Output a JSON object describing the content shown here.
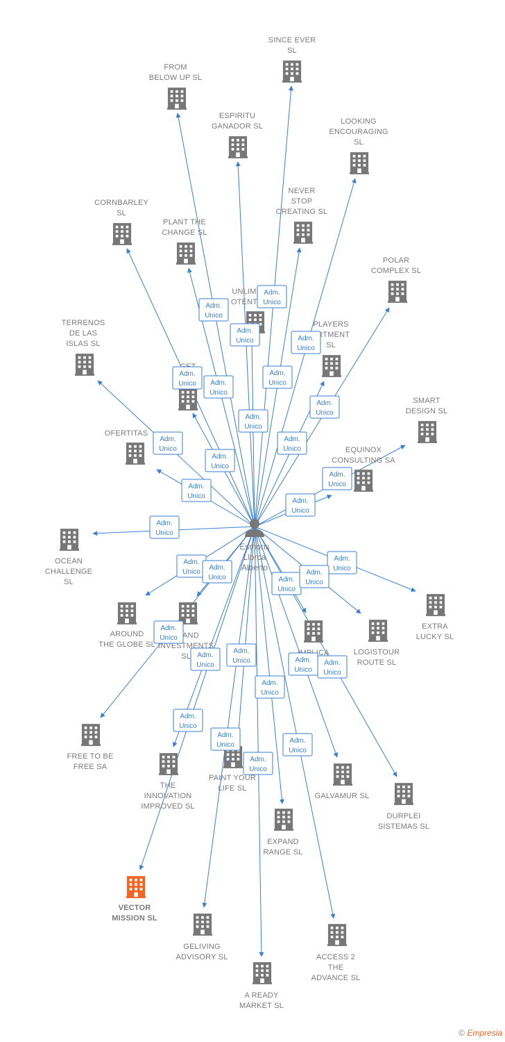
{
  "center": {
    "name_lines": [
      "Esmoris",
      "Llorca",
      "Alberto"
    ]
  },
  "edge_label_lines": [
    "Adm.",
    "Unico"
  ],
  "colors": {
    "edge": "#3a7fd5",
    "building": "#777777",
    "highlight": "#f26522"
  },
  "companies": [
    {
      "id": "since-ever",
      "lines": [
        "SINCE EVER",
        "SL"
      ]
    },
    {
      "id": "from-below-up",
      "lines": [
        "FROM",
        "BELOW UP  SL"
      ]
    },
    {
      "id": "espiritu-ganador",
      "lines": [
        "ESPIRITU",
        "GANADOR SL"
      ]
    },
    {
      "id": "looking-encouraging",
      "lines": [
        "LOOKING",
        "ENCOURAGING",
        "SL"
      ]
    },
    {
      "id": "never-stop-creating",
      "lines": [
        "NEVER",
        "STOP",
        "CREATING  SL"
      ]
    },
    {
      "id": "cornbarley",
      "lines": [
        "CORNBARLEY",
        "SL"
      ]
    },
    {
      "id": "plant-the-change",
      "lines": [
        "PLANT THE",
        "CHANGE  SL"
      ]
    },
    {
      "id": "polar-complex",
      "lines": [
        "POLAR",
        "COMPLEX  SL"
      ]
    },
    {
      "id": "unlimited-potential",
      "lines": [
        "UNLIM",
        "OTENT"
      ]
    },
    {
      "id": "players-apartment",
      "lines": [
        "PLAYERS",
        "ARTMENT",
        "SL"
      ]
    },
    {
      "id": "terrenos-de-las-islas",
      "lines": [
        "TERRENOS",
        "DE LAS",
        "ISLAS  SL"
      ]
    },
    {
      "id": "get-nat",
      "lines": [
        "GET",
        "NA    S"
      ]
    },
    {
      "id": "smart-design",
      "lines": [
        "SMART",
        "DESIGN  SL"
      ]
    },
    {
      "id": "ofertitas",
      "lines": [
        "OFERTITAS"
      ]
    },
    {
      "id": "equinox-consulting",
      "lines": [
        "EQUINOX",
        "CONSULTING SA"
      ]
    },
    {
      "id": "ocean-challenge",
      "lines": [
        "OCEAN",
        "CHALLENGE",
        "SL"
      ]
    },
    {
      "id": "around-the-globe",
      "lines": [
        "AROUND",
        "THE GLOBE  SL"
      ]
    },
    {
      "id": "ireland-investments",
      "lines": [
        "ELAND",
        "INVESTMENTS",
        "SL"
      ]
    },
    {
      "id": "extra-lucky",
      "lines": [
        "EXTRA",
        "LUCKY  SL"
      ]
    },
    {
      "id": "logistour-route",
      "lines": [
        "LOGISTOUR",
        "ROUTE  SL"
      ]
    },
    {
      "id": "implica",
      "lines": [
        "IMPLICA"
      ]
    },
    {
      "id": "free-to-be-free",
      "lines": [
        "FREE TO BE",
        "FREE SA"
      ]
    },
    {
      "id": "innovation-improved",
      "lines": [
        "THE",
        "INNOVATION",
        "IMPROVED  SL"
      ]
    },
    {
      "id": "paint-your-life",
      "lines": [
        "PAINT YOUR",
        "LIFE  SL"
      ]
    },
    {
      "id": "galvamur",
      "lines": [
        "GALVAMUR  SL"
      ]
    },
    {
      "id": "durplei-sistemas",
      "lines": [
        "DURPLEI",
        "SISTEMAS  SL"
      ]
    },
    {
      "id": "expand-range",
      "lines": [
        "EXPAND",
        "RANGE  SL"
      ]
    },
    {
      "id": "vector-mission",
      "lines": [
        "VECTOR",
        "MISSION  SL"
      ],
      "highlight": true
    },
    {
      "id": "geliving-advisory",
      "lines": [
        "GELIVING",
        "ADVISORY  SL"
      ]
    },
    {
      "id": "access-2-the-advance",
      "lines": [
        "ACCESS 2",
        "THE",
        "ADVANCE  SL"
      ]
    },
    {
      "id": "a-ready-market",
      "lines": [
        "A READY",
        "MARKET  SL"
      ]
    }
  ],
  "footer": {
    "copyright": "©",
    "brand": "Empresia"
  }
}
